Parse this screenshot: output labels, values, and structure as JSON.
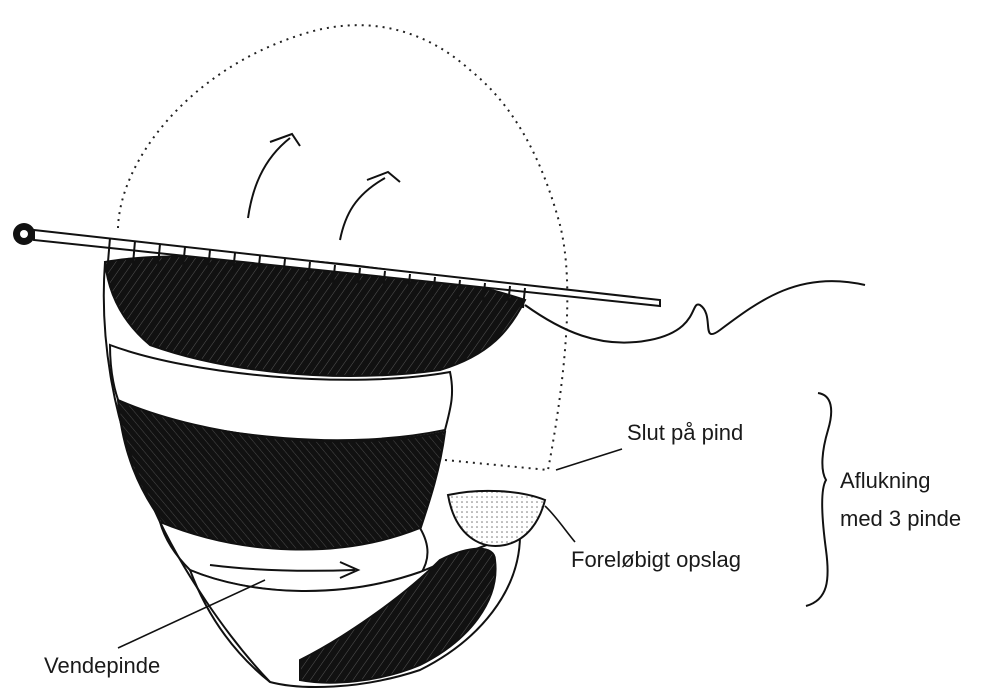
{
  "labels": {
    "slut_pa_pind": "Slut på pind",
    "aflukning_line1": "Aflukning",
    "aflukning_line2": "med 3 pinde",
    "forelobigt_opslag": "Foreløbigt opslag",
    "vendepinde": "Vendepinde"
  },
  "colors": {
    "ink": "#111111",
    "paper": "#ffffff"
  }
}
